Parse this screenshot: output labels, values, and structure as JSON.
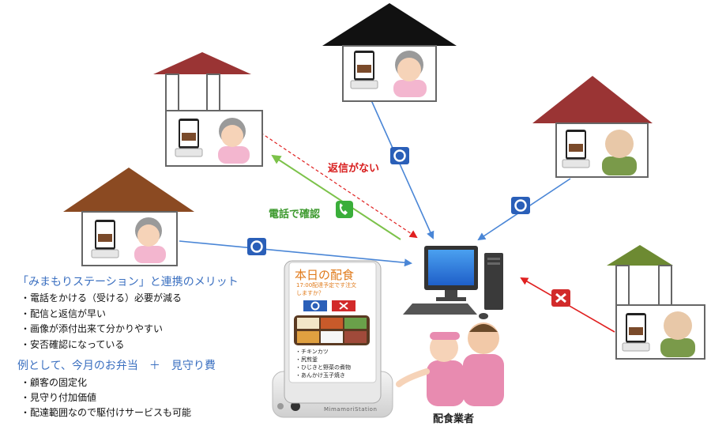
{
  "labels": {
    "no_reply": "返信がない",
    "phone_confirm": "電話で確認",
    "vendor": "配食業者"
  },
  "device": {
    "title": "本日の配食",
    "question_line1": "17:00配達予定です注文",
    "question_line2": "しますか？",
    "menu": [
      "・チキンカツ",
      "・尻煎釜",
      "・ひじきと野菜の煮物",
      "・あんかけ玉子焼き"
    ],
    "brand": "MimamoriStation"
  },
  "benefits": {
    "title": "「みまもりステーション」と連携のメリット",
    "items": [
      "・電話をかける（受ける）必要が減る",
      "・配信と返信が早い",
      "・画像が添付出来て分かりやすい",
      "・安否確認になっている"
    ]
  },
  "example": {
    "title": "例として、今月のお弁当　＋　見守り費",
    "items": [
      "・顧客の固定化",
      "・見守り付加価値",
      "・配達範囲なので駆付けサービスも可能"
    ]
  },
  "colors": {
    "arrow_blue": "#4a86d6",
    "arrow_red": "#e02020",
    "arrow_green": "#7cc24a",
    "roof_black": "#111111",
    "roof_darkred": "#9a3434",
    "roof_brown": "#8b4a22",
    "roof_olive": "#6d8a32"
  }
}
